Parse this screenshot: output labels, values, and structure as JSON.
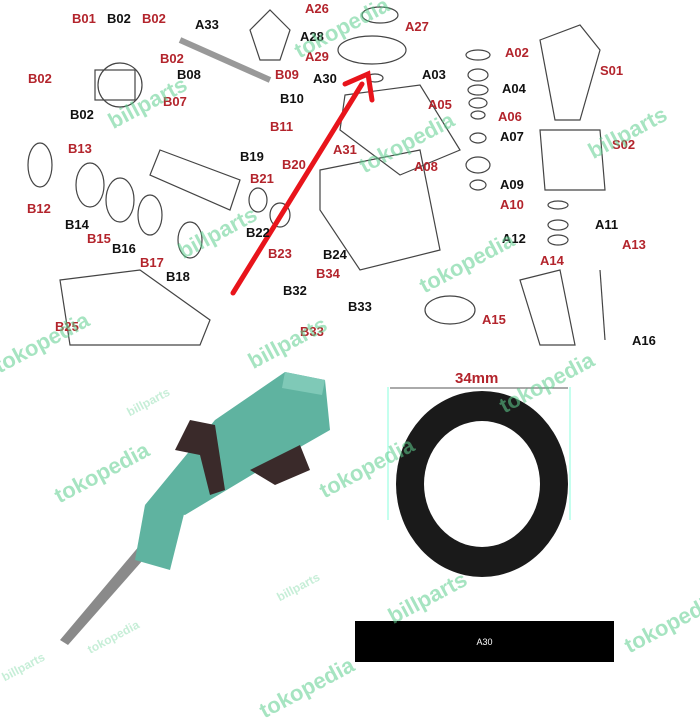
{
  "diagram": {
    "labels": [
      {
        "text": "B01",
        "tone": "red"
      },
      {
        "text": "B02",
        "tone": "black"
      },
      {
        "text": "B02",
        "tone": "red"
      },
      {
        "text": "A33",
        "tone": "black"
      },
      {
        "text": "A26",
        "tone": "red"
      },
      {
        "text": "A28",
        "tone": "black"
      },
      {
        "text": "A29",
        "tone": "red"
      },
      {
        "text": "A27",
        "tone": "red"
      },
      {
        "text": "B02",
        "tone": "red"
      },
      {
        "text": "B08",
        "tone": "black"
      },
      {
        "text": "B09",
        "tone": "red"
      },
      {
        "text": "A30",
        "tone": "black"
      },
      {
        "text": "B02",
        "tone": "red"
      },
      {
        "text": "B07",
        "tone": "red"
      },
      {
        "text": "B02",
        "tone": "black"
      },
      {
        "text": "B10",
        "tone": "black"
      },
      {
        "text": "B11",
        "tone": "red"
      },
      {
        "text": "A02",
        "tone": "red"
      },
      {
        "text": "A03",
        "tone": "black"
      },
      {
        "text": "A04",
        "tone": "black"
      },
      {
        "text": "S01",
        "tone": "red"
      },
      {
        "text": "A05",
        "tone": "red"
      },
      {
        "text": "A06",
        "tone": "red"
      },
      {
        "text": "A07",
        "tone": "black"
      },
      {
        "text": "S02",
        "tone": "red"
      },
      {
        "text": "A08",
        "tone": "red"
      },
      {
        "text": "A09",
        "tone": "black"
      },
      {
        "text": "A10",
        "tone": "red"
      },
      {
        "text": "A11",
        "tone": "black"
      },
      {
        "text": "A12",
        "tone": "black"
      },
      {
        "text": "A13",
        "tone": "red"
      },
      {
        "text": "A14",
        "tone": "red"
      },
      {
        "text": "A15",
        "tone": "red"
      },
      {
        "text": "A16",
        "tone": "black"
      },
      {
        "text": "B13",
        "tone": "red"
      },
      {
        "text": "B12",
        "tone": "red"
      },
      {
        "text": "B14",
        "tone": "black"
      },
      {
        "text": "B15",
        "tone": "red"
      },
      {
        "text": "B16",
        "tone": "black"
      },
      {
        "text": "B17",
        "tone": "red"
      },
      {
        "text": "B18",
        "tone": "black"
      },
      {
        "text": "B19",
        "tone": "black"
      },
      {
        "text": "B20",
        "tone": "red"
      },
      {
        "text": "B21",
        "tone": "red"
      },
      {
        "text": "B22",
        "tone": "black"
      },
      {
        "text": "B23",
        "tone": "red"
      },
      {
        "text": "B24",
        "tone": "black"
      },
      {
        "text": "A31",
        "tone": "red"
      },
      {
        "text": "B34",
        "tone": "red"
      },
      {
        "text": "B32",
        "tone": "black"
      },
      {
        "text": "B33",
        "tone": "black"
      },
      {
        "text": "B33",
        "tone": "red"
      },
      {
        "text": "B25",
        "tone": "red"
      }
    ],
    "arrow_color": "#e8141b"
  },
  "seal": {
    "dimension": "34mm",
    "caption": "A30"
  },
  "watermarks": {
    "shop": "tokopedia",
    "brand": "billparts"
  },
  "colors": {
    "label_red": "#b3242c",
    "tool_body": "#5fb3a0",
    "watermark": "#5fcf8f"
  }
}
